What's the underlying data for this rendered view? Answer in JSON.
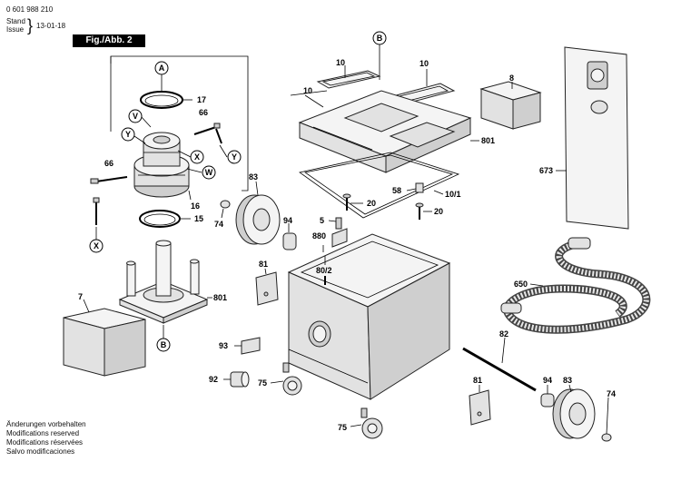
{
  "header": {
    "doc_number": "0 601 988 210",
    "stand_label": "Stand",
    "issue_label": "Issue",
    "brace": "}",
    "date": "13-01-18",
    "figure": "Fig./Abb. 2"
  },
  "footer": {
    "lines": [
      "Änderungen vorbehalten",
      "Modifications reserved",
      "Modifications réservées",
      "Salvo modificaciones"
    ]
  },
  "callouts": {
    "a1": "A",
    "b1": "B",
    "b2": "B",
    "v": "V",
    "y1": "Y",
    "y2": "Y",
    "x1": "X",
    "x2": "X",
    "w": "W"
  },
  "parts": {
    "p10a": "10",
    "p10b": "10",
    "p10c": "10",
    "p10_1": "10/1",
    "p17": "17",
    "p66a": "66",
    "p66b": "66",
    "p16": "16",
    "p15": "15",
    "p8": "8",
    "p801a": "801",
    "p801b": "801",
    "p673": "673",
    "p20a": "20",
    "p20b": "20",
    "p58": "58",
    "p83a": "83",
    "p83b": "83",
    "p74a": "74",
    "p74b": "74",
    "p94a": "94",
    "p94b": "94",
    "p5": "5",
    "p880": "880",
    "p80_2": "80/2",
    "p81a": "81",
    "p81b": "81",
    "p7": "7",
    "p650": "650",
    "p82": "82",
    "p93": "93",
    "p92": "92",
    "p75a": "75",
    "p75b": "75"
  }
}
